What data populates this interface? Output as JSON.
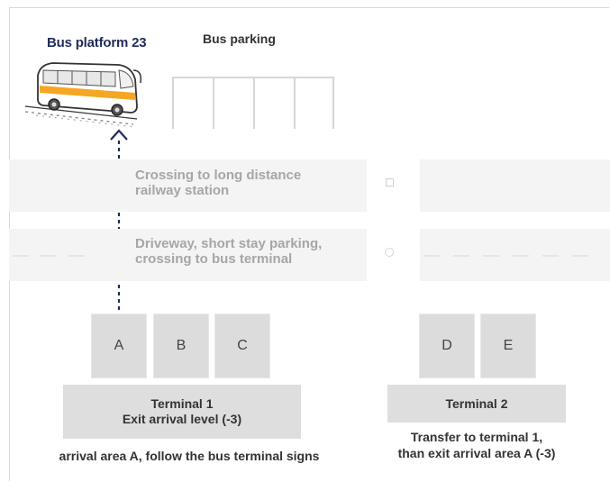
{
  "labels": {
    "bus_platform": "Bus platform 23",
    "bus_parking": "Bus parking",
    "crossing_line1": "Crossing to long distance",
    "crossing_line2": "railway station",
    "driveway_line1": "Driveway, short stay parking,",
    "driveway_line2": "crossing to bus terminal"
  },
  "gates": {
    "t1": [
      "A",
      "B",
      "C"
    ],
    "t2": [
      "D",
      "E"
    ]
  },
  "terminal1": {
    "title": "Terminal 1",
    "subtitle": "Exit arrival level (-3)",
    "note": "arrival area A, follow the bus terminal signs"
  },
  "terminal2": {
    "title": "Terminal 2",
    "note_line1": "Transfer to terminal 1,",
    "note_line2": "than exit arrival area A (-3)"
  },
  "colors": {
    "bus_stripe": "#f5a623",
    "path_line": "#1f2b5a",
    "title_navy": "#1f2b5a"
  }
}
